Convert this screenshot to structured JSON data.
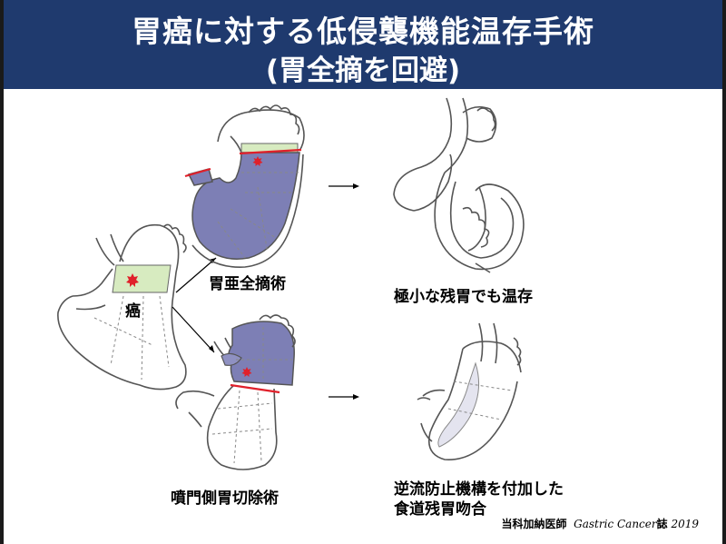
{
  "title_line1": "胃癌に対する低侵襲機能温存手術",
  "title_line2": "(胃全摘を回避)",
  "labels": {
    "cancer": "癌",
    "total_gastrectomy": "胃亜全摘術",
    "tiny_remnant": "極小な残胃でも温存",
    "proximal_gastrectomy": "噴門側胃切除術",
    "antireflux_line1": "逆流防止機構を付加した",
    "antireflux_line2": "食道残胃吻合"
  },
  "citation": {
    "authors": "当科加納医師",
    "journal": "Gastric Cancer",
    "suffix": "誌",
    "year": "2019"
  },
  "colors": {
    "header_bg": "#1f3a6e",
    "resected_region": "#7d7fb5",
    "cancer_band": "#d7ebc0",
    "cut_line": "#e0202a",
    "tumor_star": "#e0202a"
  }
}
